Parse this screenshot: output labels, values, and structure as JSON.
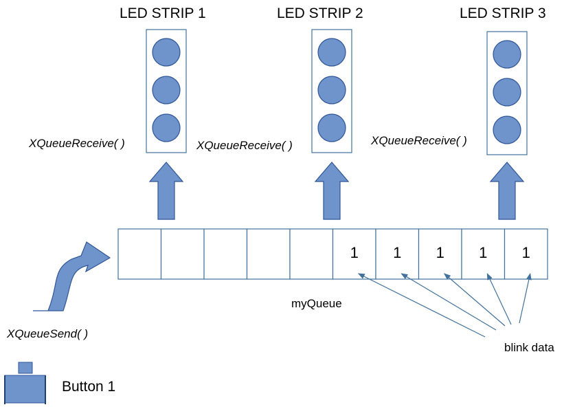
{
  "colors": {
    "accent": "#6f94cc",
    "accent_stroke": "#2f5597",
    "outline": "#41719c",
    "text": "#000000",
    "background": "#ffffff"
  },
  "led_strips": [
    {
      "title": "LED STRIP 1",
      "function_label": "XQueueReceive( )",
      "leds": 3
    },
    {
      "title": "LED STRIP 2",
      "function_label": "XQueueReceive( )",
      "leds": 3
    },
    {
      "title": "LED STRIP 3",
      "function_label": "XQueueReceive( )",
      "leds": 3
    }
  ],
  "queue": {
    "label": "myQueue",
    "cells": [
      "",
      "",
      "",
      "",
      "",
      "1",
      "1",
      "1",
      "1",
      "1"
    ]
  },
  "send": {
    "function_label": "XQueueSend( )",
    "icon": "curved-arrow-icon"
  },
  "annotation": {
    "label": "blink data"
  },
  "button": {
    "label": "Button 1",
    "icon": "push-button-icon"
  }
}
